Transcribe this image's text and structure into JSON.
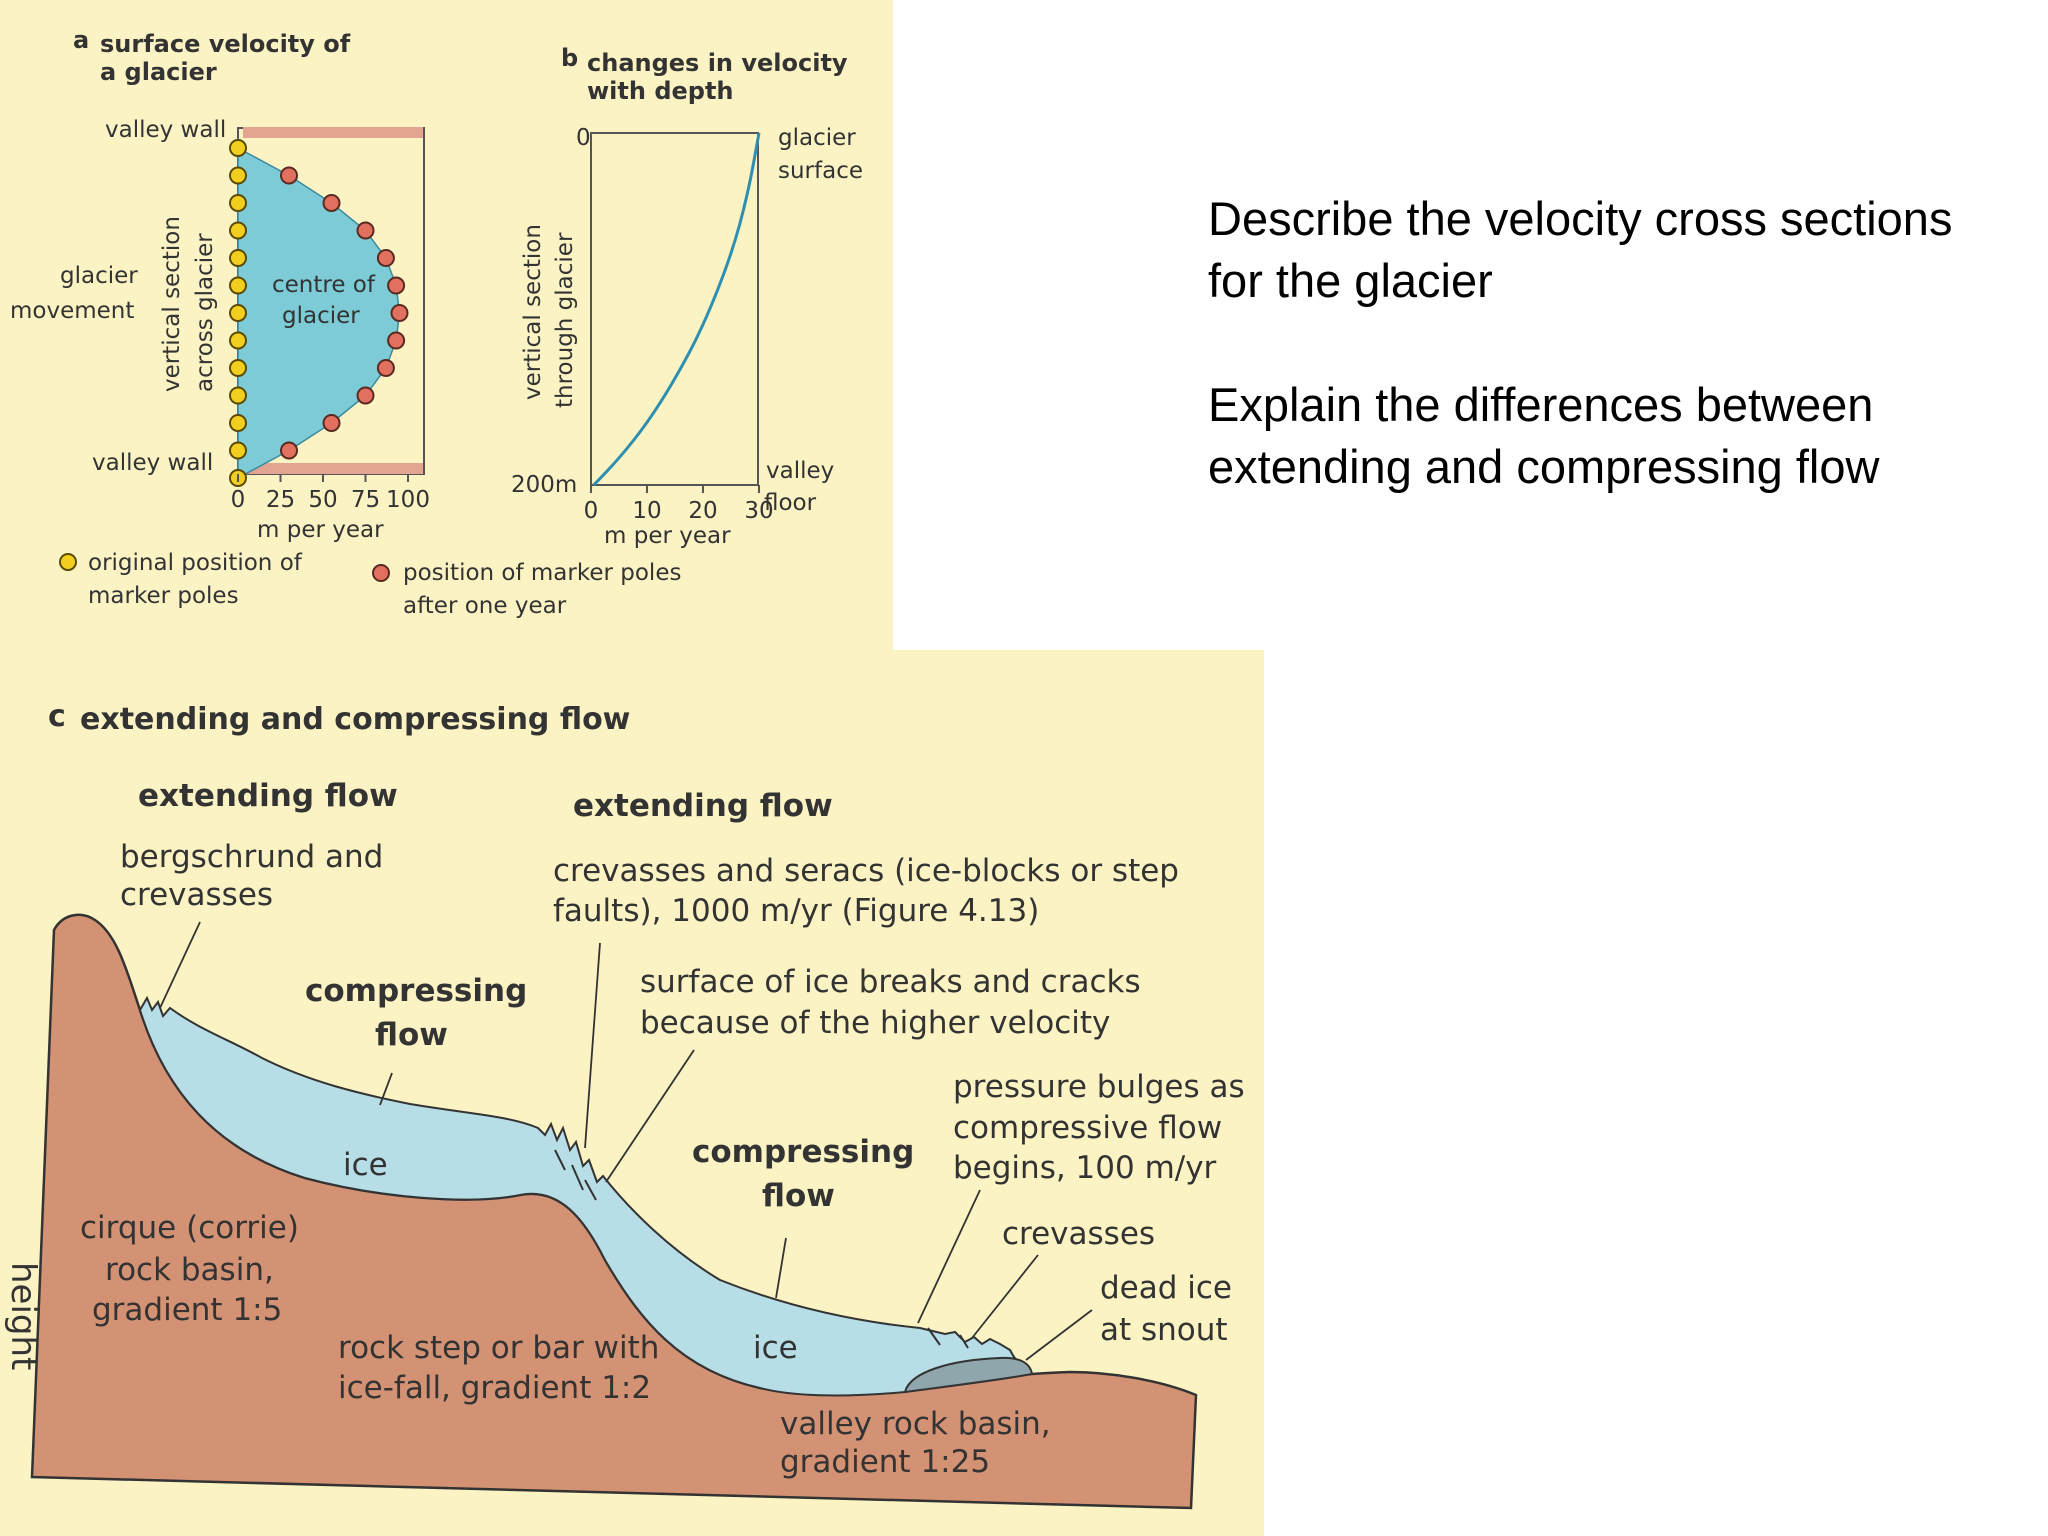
{
  "slide": {
    "prompt_1": "Describe the velocity cross sections for the glacier",
    "prompt_2": "Explain the differences between extending and compressing flow"
  },
  "panel_a": {
    "letter": "a",
    "title_line1": "surface velocity of",
    "title_line2": "a glacier",
    "valley_wall_top": "valley wall",
    "valley_wall_bottom": "valley wall",
    "glacier_movement_line1": "glacier",
    "glacier_movement_line2": "movement",
    "axis_vertical_line1": "vertical section",
    "axis_vertical_line2": "across glacier",
    "centre_line1": "centre of",
    "centre_line2": "glacier",
    "x_ticks": [
      "0",
      "25",
      "50",
      "75",
      "100"
    ],
    "x_unit": "m per year",
    "legend_original_line1": "original position of",
    "legend_original_line2": "marker poles",
    "legend_after_line1": "position of marker poles",
    "legend_after_line2": "after one year",
    "marker_original_color": "#f2cf1f",
    "marker_after_color": "#e2705f",
    "ice_color": "#7ccbd7",
    "marker_positions_after_one_year_m": [
      0,
      30,
      55,
      75,
      87,
      93,
      95,
      93,
      87,
      75,
      55,
      30,
      0
    ]
  },
  "panel_b": {
    "letter": "b",
    "title_line1": "changes in velocity",
    "title_line2": "with depth",
    "y_top_tick": "0",
    "y_bottom_tick": "200m",
    "axis_vertical_line1": "vertical section",
    "axis_vertical_line2": "through glacier",
    "x_ticks": [
      "0",
      "10",
      "20",
      "30"
    ],
    "x_unit": "m per year",
    "top_label_line1": "glacier",
    "top_label_line2": "surface",
    "bottom_label_line1": "valley",
    "bottom_label_line2": "floor",
    "curve_color": "#2f8fb0",
    "velocity_profile": {
      "velocity_m_per_year": [
        0.5,
        5,
        10,
        15,
        20,
        25,
        28,
        30
      ],
      "depth_m": [
        200,
        185,
        165,
        140,
        110,
        70,
        35,
        0
      ]
    }
  },
  "panel_c": {
    "letter": "c",
    "title": "extending and compressing flow",
    "extending_1_title": "extending flow",
    "extending_1_line1": "bergschrund and",
    "extending_1_line2": "crevasses",
    "extending_2_title": "extending flow",
    "extending_2_line1": "crevasses and seracs (ice-blocks or step",
    "extending_2_line2": "faults), 1000 m/yr (Figure 4.13)",
    "surface_breaks_line1": "surface of ice breaks and cracks",
    "surface_breaks_line2": "because of the higher velocity",
    "compressing_1_line1": "compressing",
    "compressing_1_line2": "flow",
    "compressing_2_line1": "compressing",
    "compressing_2_line2": "flow",
    "pressure_line1": "pressure bulges as",
    "pressure_line2": "compressive flow",
    "pressure_line3": "begins, 100 m/yr",
    "crevasses": "crevasses",
    "dead_ice_line1": "dead ice",
    "dead_ice_line2": "at snout",
    "ice_1": "ice",
    "ice_2": "ice",
    "cirque_line1": "cirque (corrie)",
    "cirque_line2": "rock basin,",
    "cirque_line3": "gradient 1:5",
    "rock_step_line1": "rock step or bar with",
    "rock_step_line2": "ice-fall, gradient 1:2",
    "valley_basin_line1": "valley rock basin,",
    "valley_basin_line2": "gradient 1:25",
    "side_label": "height",
    "rock_color": "#d49274",
    "ice_color": "#b7dde6",
    "dead_ice_color": "#8fa6ad",
    "background_color": "#fbf3c3"
  }
}
